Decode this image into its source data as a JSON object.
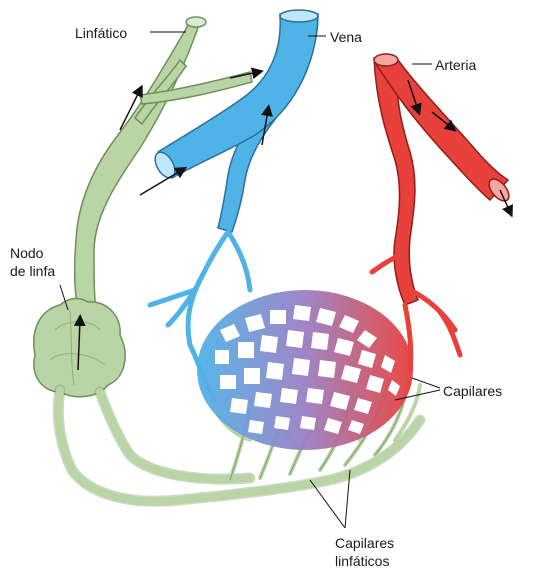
{
  "labels": {
    "lymphatic": "Linfático",
    "vein": "Vena",
    "artery": "Arteria",
    "lymph_node_line1": "Nodo",
    "lymph_node_line2": "de linfa",
    "capillaries": "Capilares",
    "lymph_capillaries_line1": "Capilares",
    "lymph_capillaries_line2": "linfáticos"
  },
  "colors": {
    "lymph": "#b9d5a6",
    "lymph_stroke": "#6f8f5e",
    "vein": "#4fb3e8",
    "vein_stroke": "#2c6f9a",
    "artery": "#e8403a",
    "artery_stroke": "#8e1e1a",
    "capillary_mid": "#9b7fc4",
    "arrow": "#111111"
  },
  "icons": {
    "flow_arrow": "arrow-icon"
  }
}
